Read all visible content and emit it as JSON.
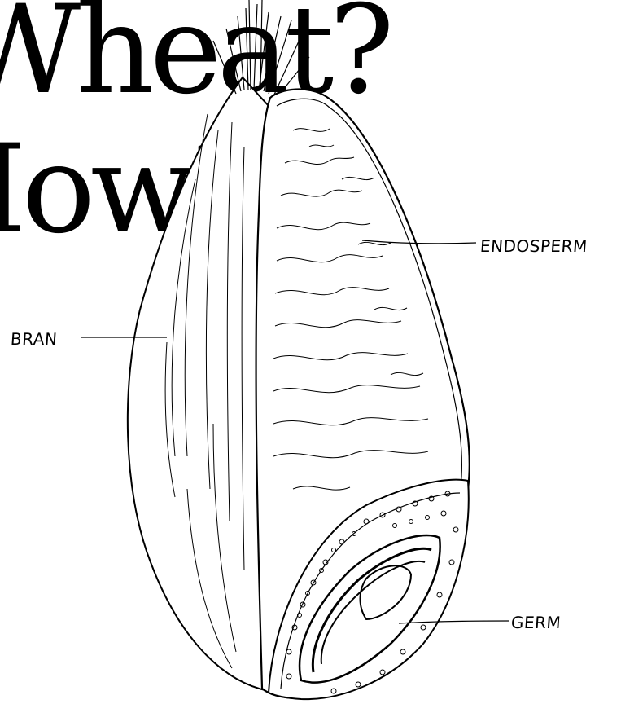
{
  "headline": {
    "line1": "Wheat?",
    "line2": "How?"
  },
  "labels": {
    "bran": "BRAN",
    "endosperm": "ENDOSPERM",
    "germ": "GERM"
  },
  "colors": {
    "ink": "#000000",
    "paper": "#ffffff"
  }
}
